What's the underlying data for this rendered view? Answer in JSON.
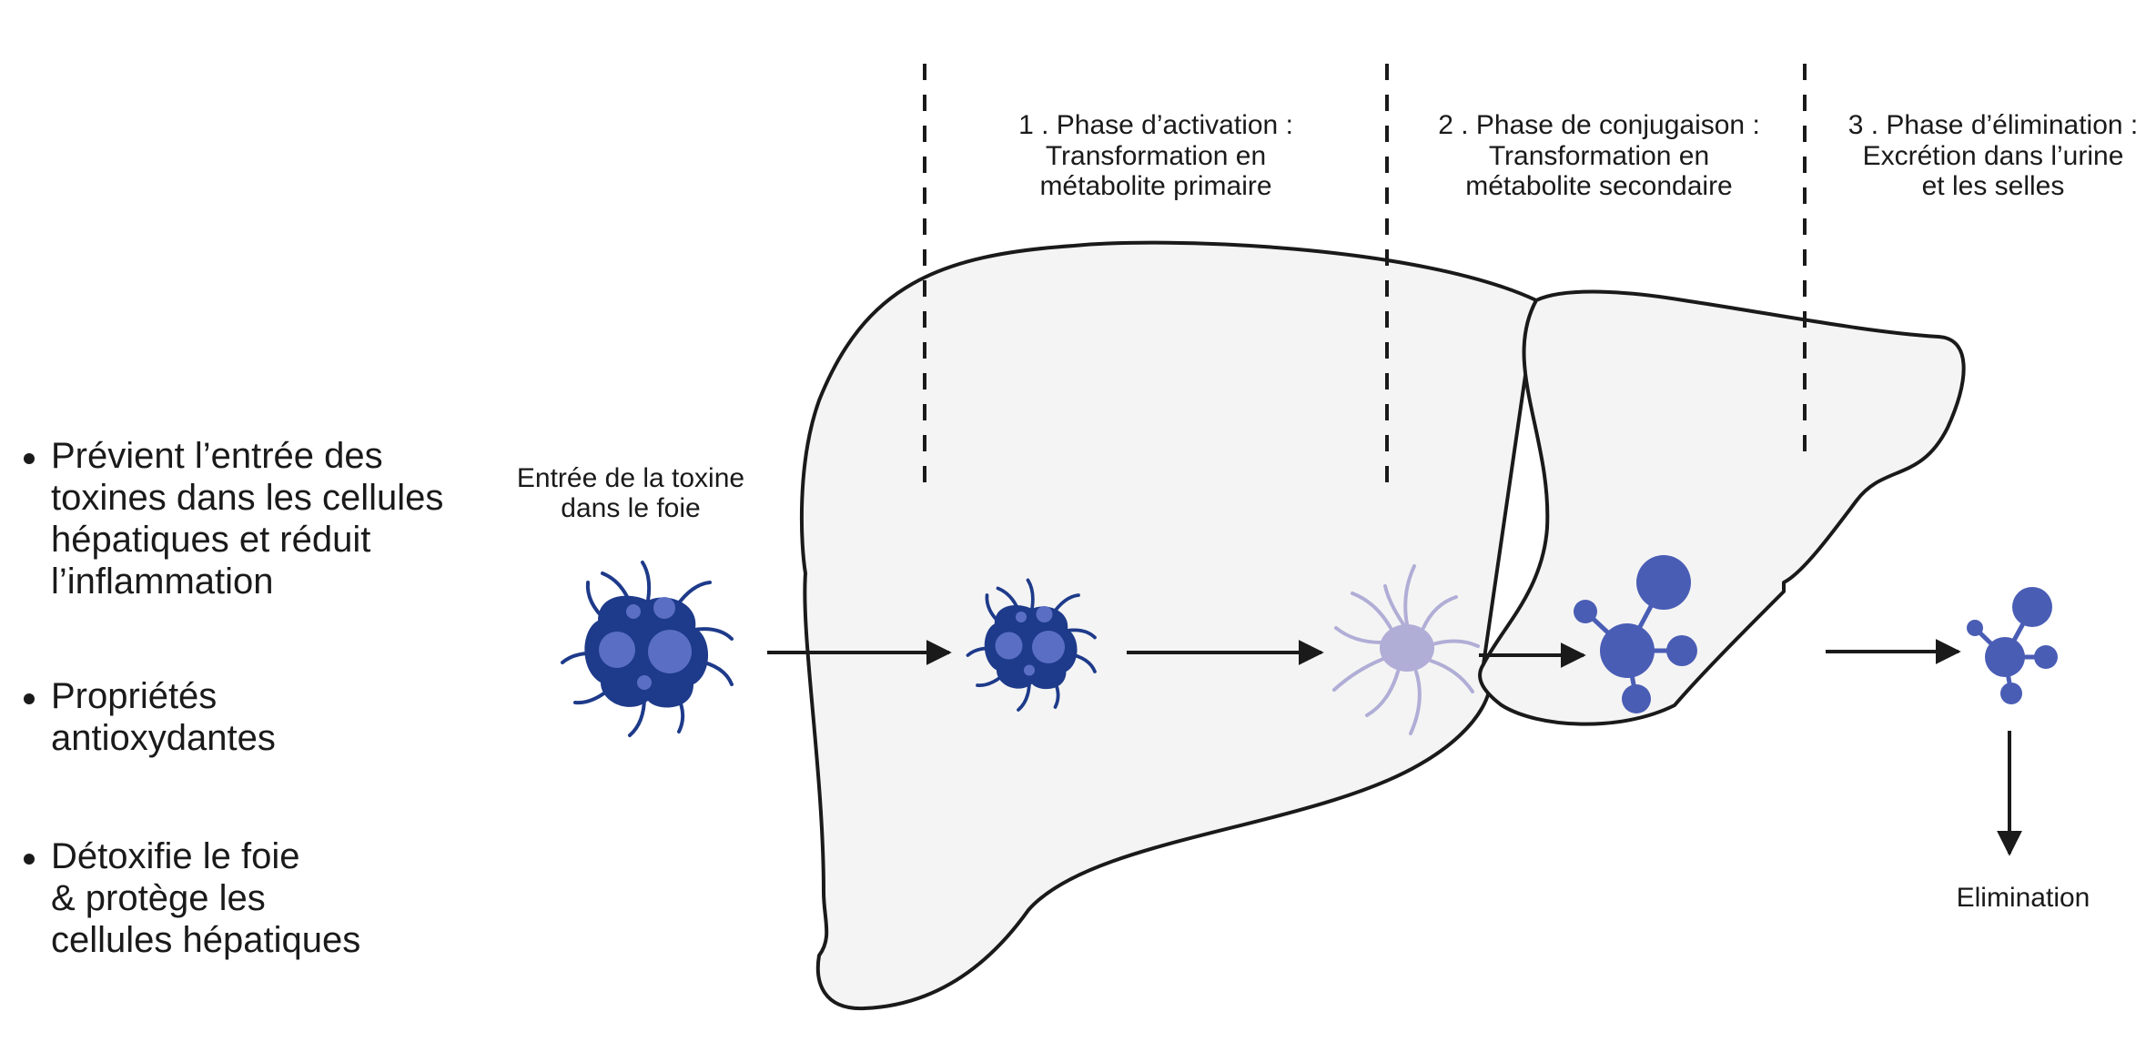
{
  "benefits": [
    "Prévient l’entrée des\ntoxines dans les cellules\nhépatiques et réduit\nl’inflammation",
    "Propriétés\nantioxydantes",
    "Détoxifie le foie\n& protège les\ncellules hépatiques"
  ],
  "entry_label": [
    "Entrée de la toxine",
    "dans le foie"
  ],
  "phases": [
    {
      "lines": [
        "1 . Phase d’activation :",
        "Transformation en",
        "métabolite primaire"
      ]
    },
    {
      "lines": [
        "2 . Phase de conjugaison  :",
        "Transformation en",
        "métabolite secondaire"
      ]
    },
    {
      "lines": [
        "3 . Phase d’élimination  :",
        "Excrétion dans l’urine",
        "et les selles"
      ]
    }
  ],
  "elimination_label": "Elimination",
  "colors": {
    "toxin_dark": "#1e3a8a",
    "toxin_spot": "#5a6fc4",
    "metabolite_primary": "#b0aed6",
    "metabolite_secondary": "#4a5db5",
    "liver_fill": "#f4f4f4",
    "stroke": "#1a1a1a"
  }
}
